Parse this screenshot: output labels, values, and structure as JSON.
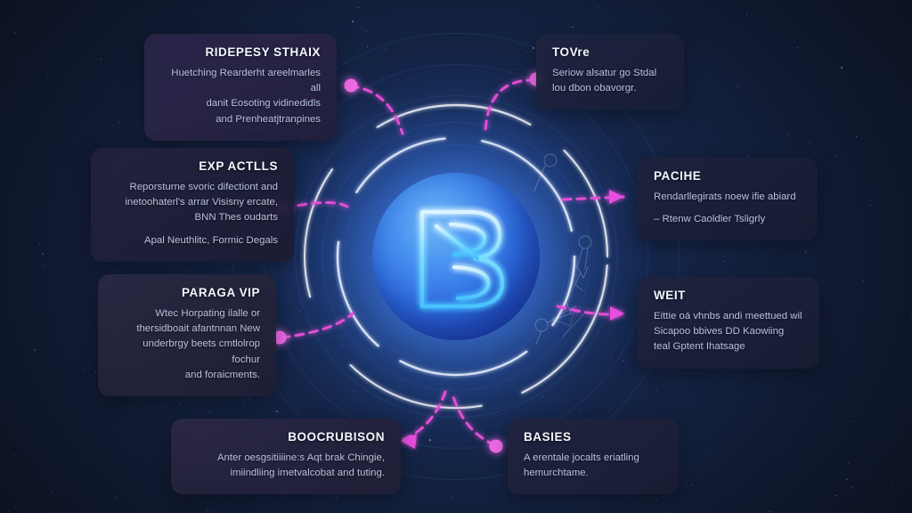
{
  "meta": {
    "diagram_type": "radial hub-and-spoke concept diagram",
    "background_color": "#101a30",
    "accent_color": "#ee55dd",
    "orb_color": "#3a7cf0",
    "ring_color": "#ffffff"
  },
  "center": {
    "label": "central-orb",
    "monogram": "B",
    "glow_color": "#4a93f0"
  },
  "cards": [
    {
      "id": "top-left",
      "align": "right",
      "heading": "RIDEPESY STHAIX",
      "lines": [
        "Huetching Rearderht areelmarles all",
        "danit Eosoting vidinedidls",
        "and Prenheatjtranpines"
      ]
    },
    {
      "id": "top-right",
      "align": "left",
      "heading": "TOVre",
      "lines": [
        "Seriow alsatur go Stdal",
        "lou dbon obavorgr."
      ]
    },
    {
      "id": "mid-left",
      "align": "right",
      "heading": "EXP ACTLLS",
      "lines": [
        "Reporsturne svoric difectiont and",
        "inetoohaterl's arrar Visisny ercate,",
        "BNN Thes oudarts",
        "Apal Neuthlitc, Formic Degals"
      ]
    },
    {
      "id": "mid-right",
      "align": "left",
      "heading": "PACIHE",
      "lines": [
        "Rendarllegirats noew ifie abiard",
        "–  Rtenw Caoldler Tsligrly"
      ]
    },
    {
      "id": "low-left",
      "align": "right",
      "heading": "PARAGA VIP",
      "lines": [
        "Wtec Horpating ilalle or",
        "thersidboait afantnnan New",
        "underbrgy beets cmtlolrop fochur",
        "and foraicments."
      ]
    },
    {
      "id": "low-right",
      "align": "left",
      "heading": "WEIT",
      "lines": [
        "Eittie oá vhnbs andi meettued wil",
        "Sicapoo bbives DD Kaowiing",
        "teal Gptent Ihatsage"
      ]
    },
    {
      "id": "bottom-left",
      "align": "right",
      "heading": "BOOCRUBISON",
      "lines": [
        "Anter oesgsitiiiine:s Aqt brak Chingie,",
        "imiindliing imetvalcobat and tuting."
      ]
    },
    {
      "id": "bottom-right",
      "align": "left",
      "heading": "BASIES",
      "lines": [
        "A erentale jocalts eriatling",
        "hemurchtame."
      ]
    }
  ]
}
